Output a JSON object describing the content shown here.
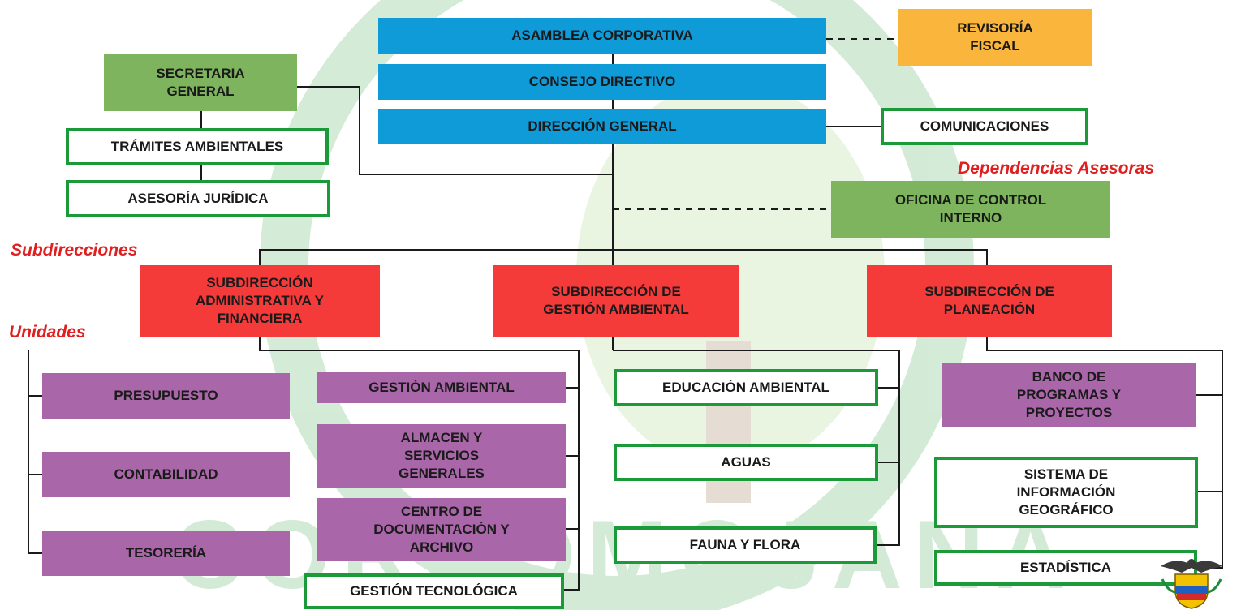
{
  "colors": {
    "governance": "#0f9ad8",
    "fiscal": "#f9b53c",
    "support": "#7db45d",
    "subdirections": "#f53a3a",
    "units": "#a966a8",
    "outline": "#1c9a3a",
    "label": "#e02020"
  },
  "watermark": {
    "text": "CORPOMOJANA"
  },
  "labels": {
    "dependencias_asesoras": "Dependencias Asesoras",
    "subdirecciones": "Subdirecciones",
    "unidades": "Unidades"
  },
  "boxes": {
    "asamblea": "ASAMBLEA CORPORATIVA",
    "revisoria": "REVISORÍA\nFISCAL",
    "consejo": "CONSEJO DIRECTIVO",
    "direccion": "DIRECCIÓN GENERAL",
    "comunicaciones": "COMUNICACIONES",
    "secretaria": "SECRETARIA\nGENERAL",
    "tramites": "TRÁMITES AMBIENTALES",
    "asesoria": "ASESORÍA JURÍDICA",
    "oficina": "OFICINA DE CONTROL\nINTERNO",
    "sub_admin": "SUBDIRECCIÓN\nADMINISTRATIVA Y\nFINANCIERA",
    "sub_gestion": "SUBDIRECCIÓN DE\nGESTIÓN AMBIENTAL",
    "sub_planeacion": "SUBDIRECCIÓN DE\nPLANEACIÓN",
    "presupuesto": "PRESUPUESTO",
    "contabilidad": "CONTABILIDAD",
    "tesoreria": "TESORERÍA",
    "gestion_ambiental": "GESTIÓN AMBIENTAL",
    "almacen": "ALMACEN Y\nSERVICIOS\nGENERALES",
    "centro_doc": "CENTRO DE\nDOCUMENTACIÓN Y\nARCHIVO",
    "gestion_tecnologica": "GESTIÓN TECNOLÓGICA",
    "educacion": "EDUCACIÓN AMBIENTAL",
    "aguas": "AGUAS",
    "fauna": "FAUNA Y FLORA",
    "banco": "BANCO DE\nPROGRAMAS Y\nPROYECTOS",
    "sig": "SISTEMA DE\nINFORMACIÓN\nGEOGRÁFICO",
    "estadistica": "ESTADÍSTICA"
  }
}
